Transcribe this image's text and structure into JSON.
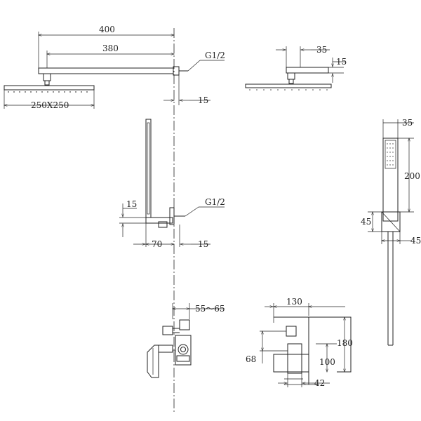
{
  "dimensions": {
    "arm_length_total": "400",
    "arm_length": "380",
    "thread_top": "G1/2",
    "wall_offset_top": "15",
    "head_size": "250X250",
    "head_side_width": "35",
    "head_side_thickness": "15",
    "handset_width": "35",
    "handset_length": "200",
    "holder_height": "45",
    "holder_depth": "45",
    "elbow_offset": "15",
    "thread_bottom": "G1/2",
    "elbow_projection": "70",
    "wall_offset_bottom": "15",
    "wall_depth": "55～65",
    "valve_width": "130",
    "valve_height": "180",
    "valve_lower": "100",
    "valve_spacing": "68",
    "valve_handle": "42"
  }
}
